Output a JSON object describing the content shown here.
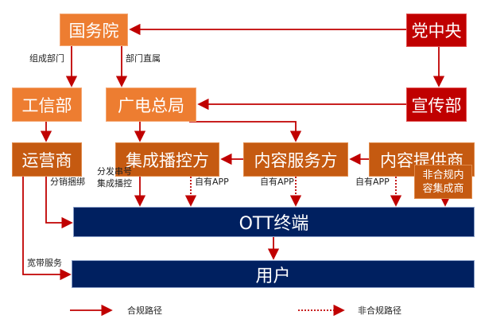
{
  "nodes": {
    "guowuyuan": "国务院",
    "dangzhongyang": "党中央",
    "gongxinbu": "工信部",
    "guangdian": "广电总局",
    "xuanchuanbu": "宣传部",
    "yunyingshang": "运营商",
    "jicheng": "集成播控方",
    "neirongfuwu": "内容服务方",
    "neirongtigong": "内容提供商",
    "feihegui": "非合规内容集成商",
    "ott": "OTT终端",
    "yonghu": "用户"
  },
  "edge_labels": {
    "zucheng": "组成部门",
    "zhishu": "部门直属",
    "fenxiao": "分销捆绑",
    "fenfa_1": "分发串号",
    "fenfa_2": "集成播控",
    "app1": "自有APP",
    "app2": "自有APP",
    "app3": "自有APP",
    "kuandai": "宽带服务"
  },
  "legend": {
    "compliant": "合规路径",
    "noncompliant": "非合规路径"
  },
  "colors": {
    "light_orange": "#ED7D31",
    "dark_orange": "#C55A11",
    "red": "#C00000",
    "navy": "#002060"
  }
}
